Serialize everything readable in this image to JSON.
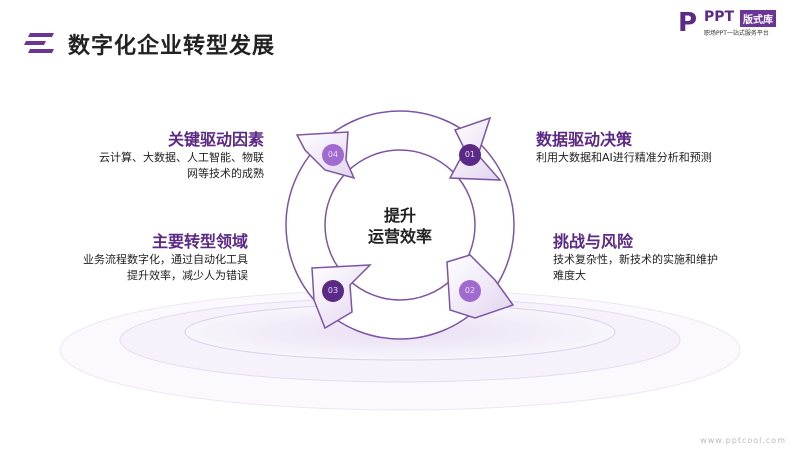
{
  "header": {
    "title": "数字化企业转型发展",
    "icon": "menu-icon"
  },
  "logo": {
    "brand": "PPT",
    "tag": "版式库",
    "subtitle": "职场PPT一站式服务平台"
  },
  "center": {
    "line1": "提升",
    "line2": "运营效率"
  },
  "steps": [
    {
      "num": "01",
      "title": "数据驱动决策",
      "desc": "利用大数据和AI进行精准分析和预测"
    },
    {
      "num": "02",
      "title": "挑战与风险",
      "desc": "技术复杂性，新技术的实施和维护难度大"
    },
    {
      "num": "03",
      "title": "主要转型领域",
      "desc": "业务流程数字化，通过自动化工具提升效率，减少人为错误"
    },
    {
      "num": "04",
      "title": "关键驱动因素",
      "desc": "云计算、大数据、人工智能、物联网等技术的成熟"
    }
  ],
  "colors": {
    "accent": "#5b2a86",
    "accent_light": "#a06bcf"
  },
  "watermark": "www.pptcool.com"
}
